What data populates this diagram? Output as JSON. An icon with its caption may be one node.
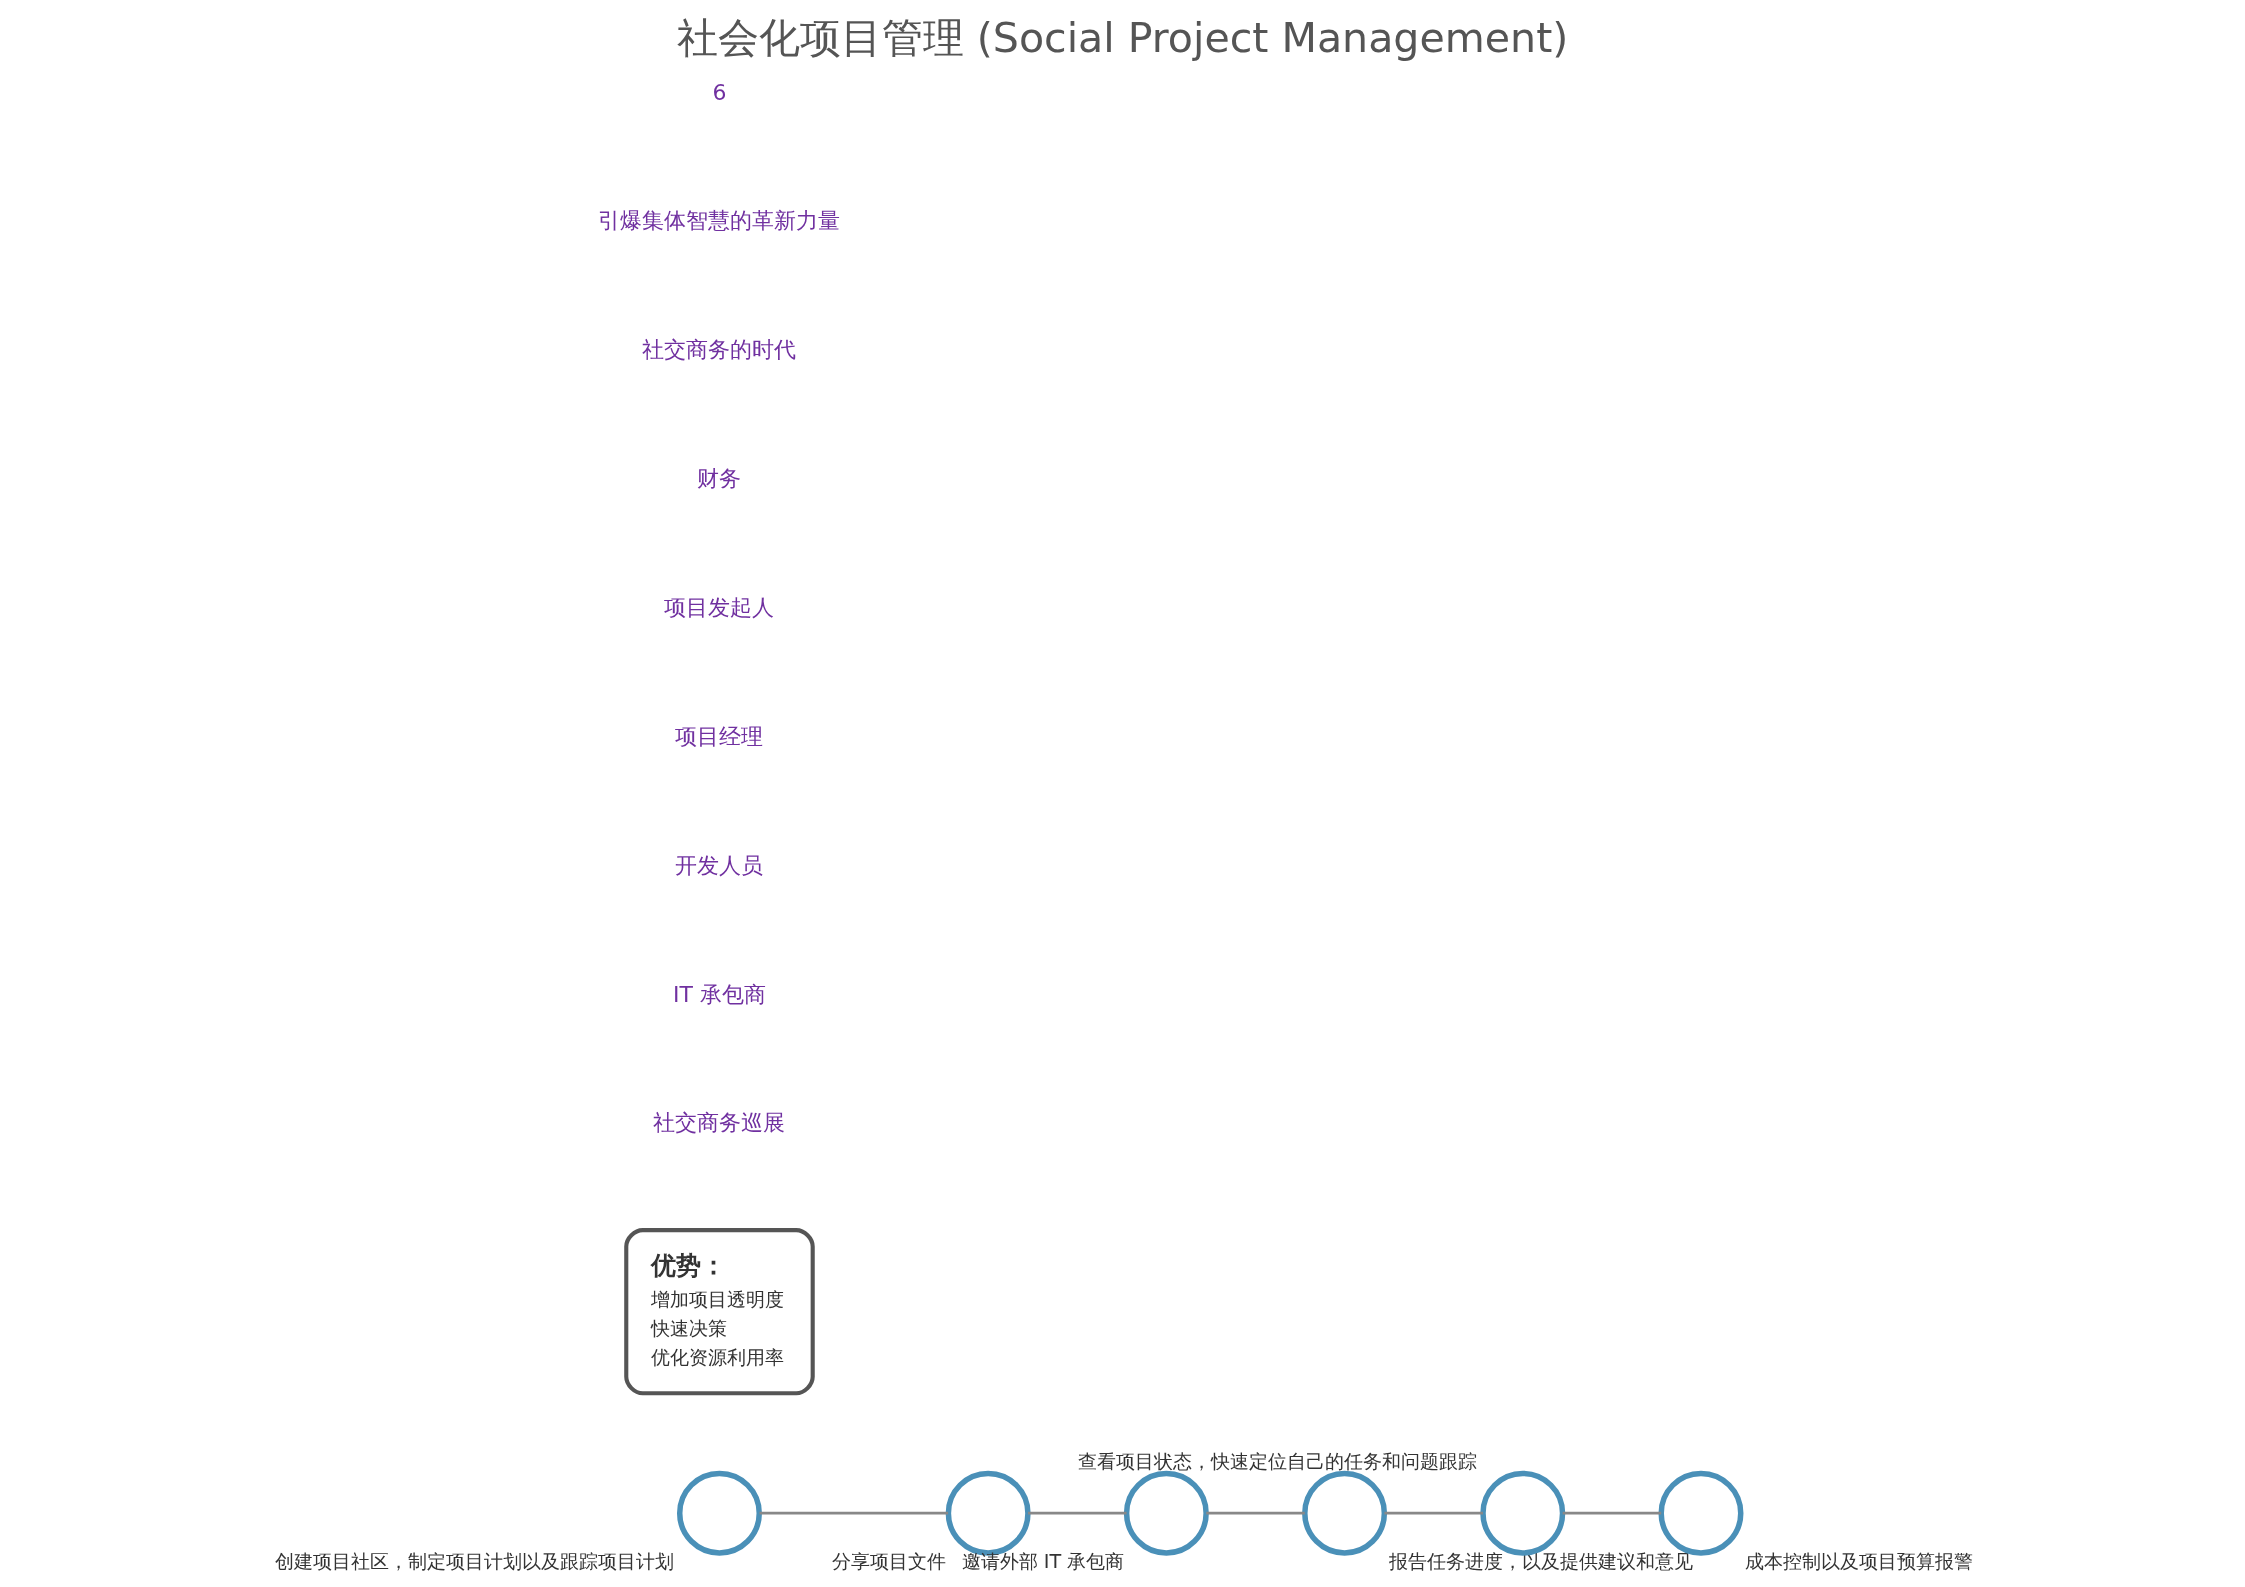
{
  "diagram": {
    "title": "社会化项目管理 (Social Project Management)",
    "nodes": [
      {
        "text": [],
        "shape": "circle",
        "beside": [
          "创建项目社区，制定项目计划以及跟踪项目计划"
        ]
      },
      {
        "text": [],
        "shape": "circle",
        "beside": [
          "分享项目文件"
        ]
      },
      {
        "text": [],
        "shape": "circle",
        "beside": [
          "邀请外部 IT 承包商"
        ]
      },
      {
        "text": [],
        "shape": "circle",
        "beside": [
          "报告任务进度，以及提供建议和意见"
        ]
      },
      {
        "text": [],
        "shape": "circle",
        "beside": [
          "查看项目状态，快速定位自己的任务和问题跟踪"
        ]
      },
      {
        "text": [],
        "shape": "circle",
        "beside": [
          "成本控制以及项目预算报警"
        ]
      },
      {
        "text": [
          "优势：",
          "增加项目透明度",
          "快速决策",
          "优化资源利用率"
        ]
      }
    ],
    "edges": [
      {
        "from": 0,
        "to": 1,
        "arrow": "none"
      },
      {
        "from": 1,
        "to": 2,
        "arrow": "none"
      },
      {
        "from": 2,
        "to": 3,
        "arrow": "none"
      },
      {
        "from": 3,
        "to": 4,
        "arrow": "none"
      },
      {
        "from": 4,
        "to": 5,
        "arrow": "none"
      }
    ],
    "labels": [
      "社交商务巡展",
      "IT 承包商",
      "开发人员",
      "项目经理",
      "项目发起人",
      "财务",
      "社交商务的时代",
      "引爆集体智慧的革新力量",
      "6"
    ]
  }
}
